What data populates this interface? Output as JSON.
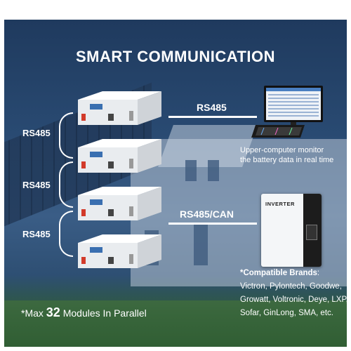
{
  "title": "SMART COMMUNICATION",
  "links": {
    "rs485_a": "RS485",
    "rs485_b": "RS485",
    "rs485_c": "RS485",
    "monitor_link": "RS485",
    "inverter_link": "RS485/CAN"
  },
  "monitor_caption": {
    "line1": "Upper-computer monitor",
    "line2": "the battery data in real time"
  },
  "inverter_label": "INVERTER",
  "brands": {
    "heading": "*Compatible Brands",
    "line1": "Victron, Pylontech, Goodwe,",
    "line2": "Growatt, Voltronic, Deye, LXP,",
    "line3": "Sofar, GinLong, SMA, etc."
  },
  "footer": {
    "prefix": "*Max ",
    "count": "32",
    "suffix": " Modules In Parallel"
  },
  "colors": {
    "background": "#294a72",
    "text": "#ffffff",
    "battery_body": "#f2f3f5"
  },
  "icons": [
    "battery-module-icon",
    "computer-monitor-icon",
    "keyboard-icon",
    "inverter-icon"
  ]
}
